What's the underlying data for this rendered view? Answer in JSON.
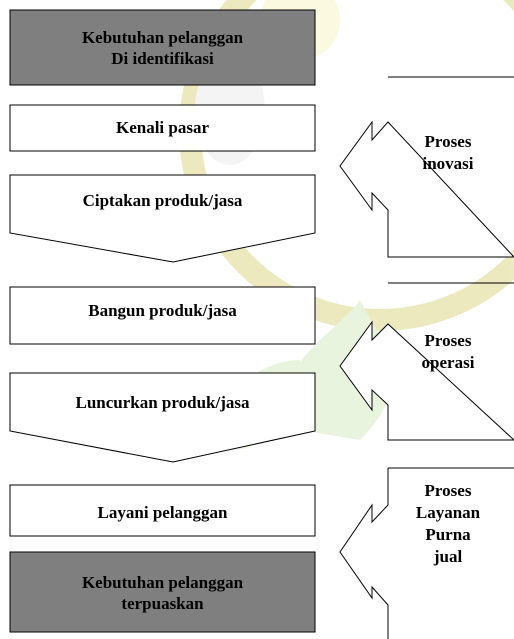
{
  "watermark": {
    "color": "#c9c24a",
    "leaf_color": "#bfe0a0"
  },
  "flow": {
    "top_box": {
      "line1": "Kebutuhan pelanggan",
      "line2": "Di identifikasi"
    },
    "step1": "Kenali pasar",
    "step2": "Ciptakan produk/jasa",
    "step3": "Bangun produk/jasa",
    "step4": "Luncurkan produk/jasa",
    "step5": "Layani pelanggan",
    "bottom_box": {
      "line1": "Kebutuhan pelanggan",
      "line2": "terpuaskan"
    }
  },
  "processes": {
    "innovation": {
      "line1": "Proses",
      "line2": "inovasi"
    },
    "operation": {
      "line1": "Proses",
      "line2": "operasi"
    },
    "after_sales": {
      "line1": "Proses",
      "line2": "Layanan",
      "line3": "Purna",
      "line4": "jual"
    }
  },
  "colors": {
    "dark_box": "#7f7f7f",
    "stroke": "#000000",
    "fill": "#ffffff"
  }
}
